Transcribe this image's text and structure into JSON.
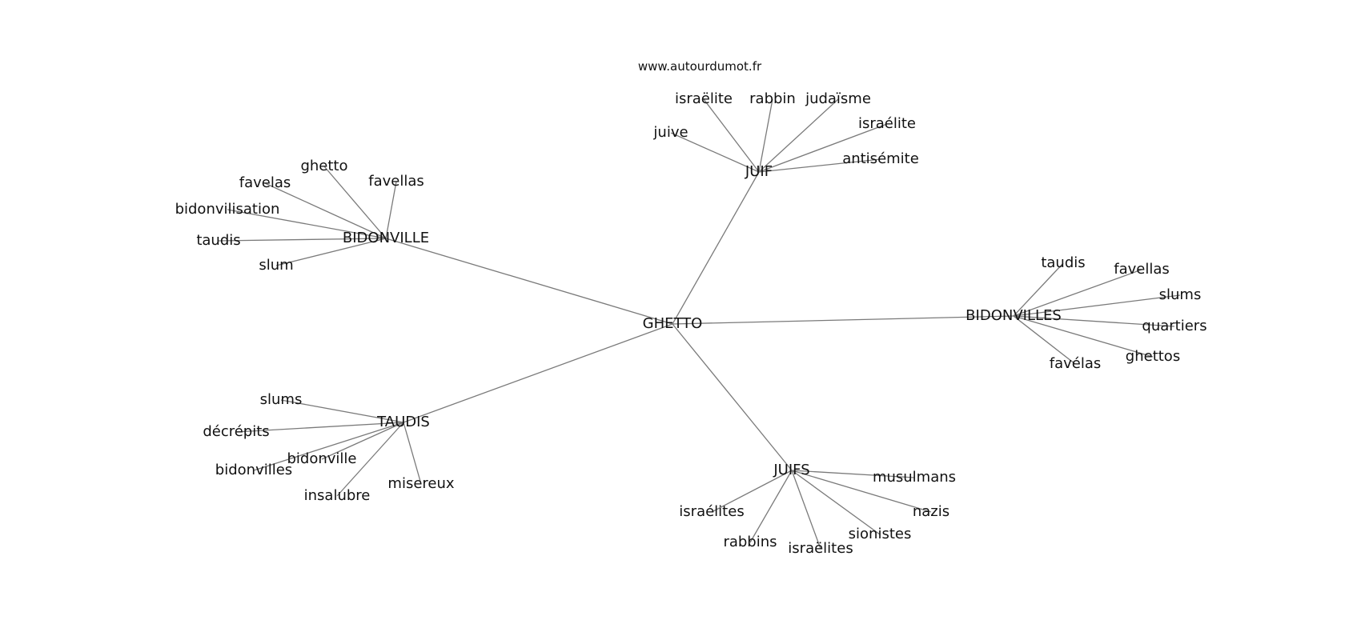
{
  "site": "www.autourdumot.fr",
  "graph": {
    "root": "GHETTO",
    "groups": [
      {
        "hub": "BIDONVILLE",
        "words": [
          "ghetto",
          "favellas",
          "favelas",
          "bidonvilisation",
          "taudis",
          "slum"
        ]
      },
      {
        "hub": "JUIF",
        "words": [
          "israëlite",
          "rabbin",
          "judaïsme",
          "juive",
          "israélite",
          "antisémite"
        ]
      },
      {
        "hub": "BIDONVILLES",
        "words": [
          "taudis",
          "favellas",
          "slums",
          "quartiers",
          "ghettos",
          "favélas"
        ]
      },
      {
        "hub": "TAUDIS",
        "words": [
          "slums",
          "décrépits",
          "bidonville",
          "bidonvilles",
          "misereux",
          "insalubre"
        ]
      },
      {
        "hub": "JUIFS",
        "words": [
          "musulmans",
          "nazis",
          "israélites",
          "sionistes",
          "rabbins",
          "israëlites"
        ]
      }
    ]
  }
}
